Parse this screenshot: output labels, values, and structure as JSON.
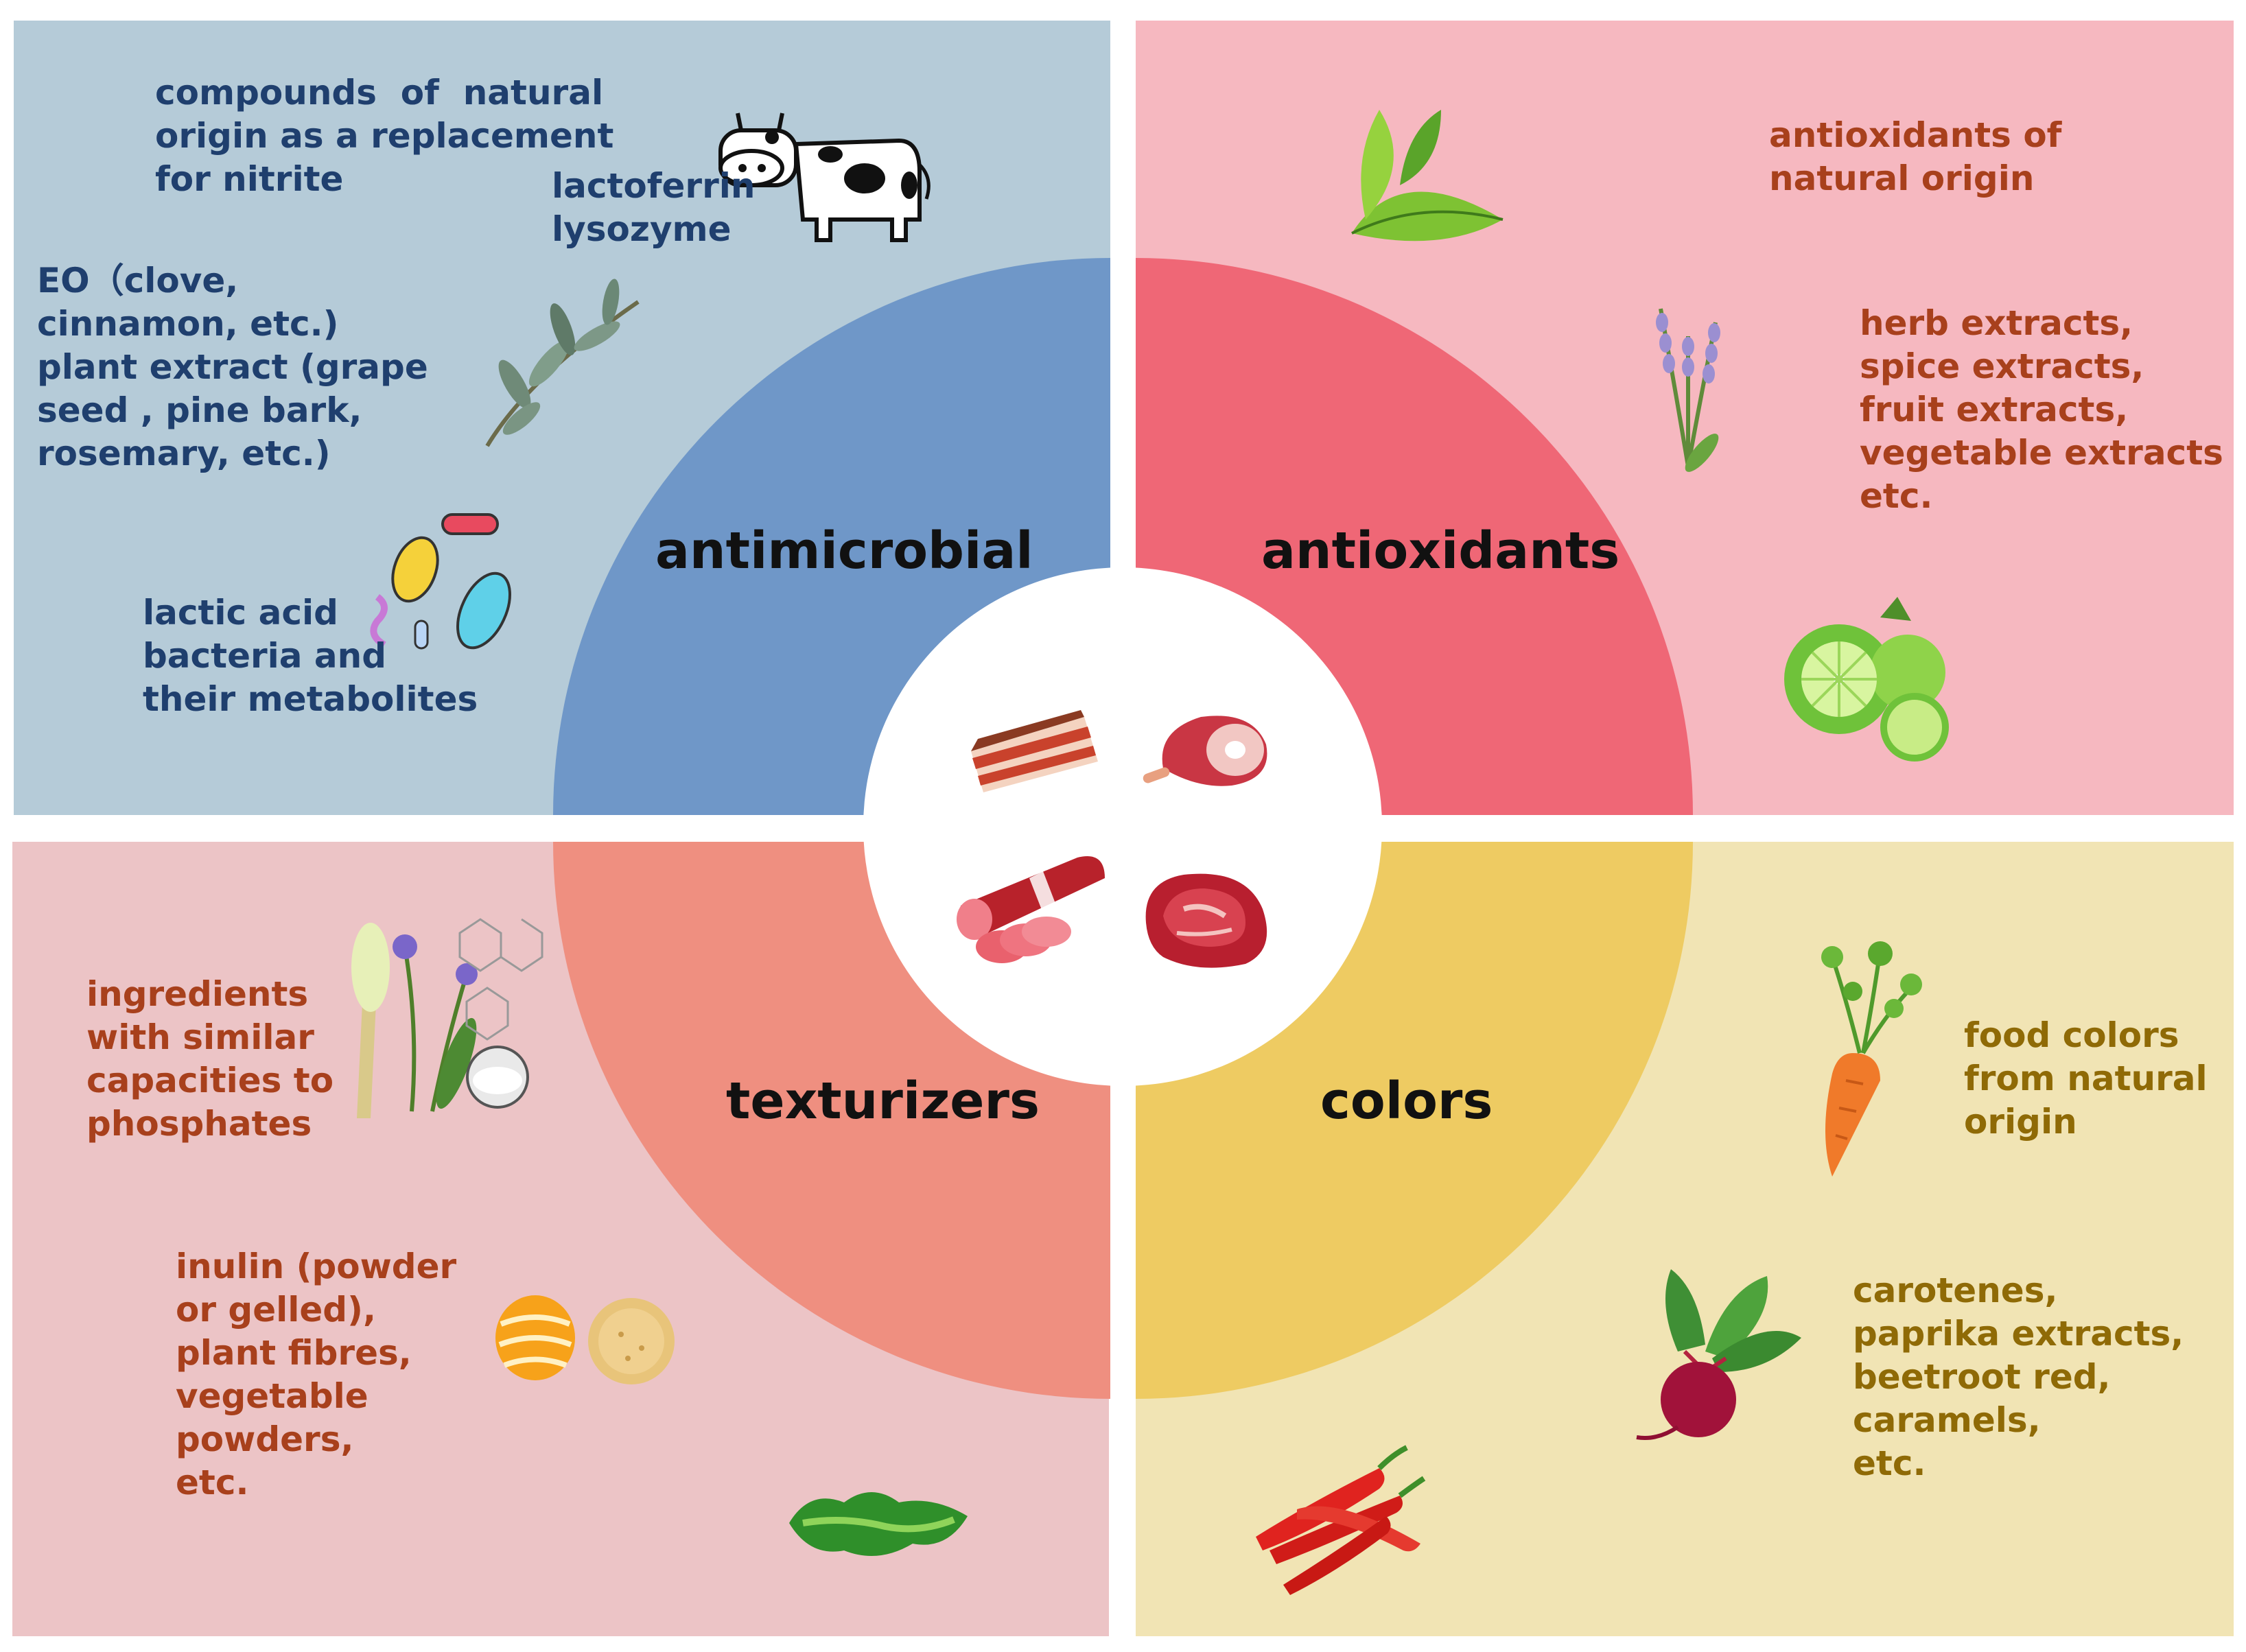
{
  "quadrants": {
    "top_left": {
      "title": "antimicrobial",
      "color": "#6f97c8",
      "background": "#b5cbd8",
      "notes": [
        "compounds  of  natural\norigin as a replacement\nfor nitrite",
        "lactoferrin\nlysozyme",
        "EO（clove,\ncinnamon, etc.)\nplant extract (grape\nseed , pine bark,\nrosemary, etc.)",
        "lactic acid\nbacteria and\ntheir metabolites"
      ],
      "icons": [
        "cow-icon",
        "olive-branch-icon",
        "bacteria-icon"
      ]
    },
    "top_right": {
      "title": "antioxidants",
      "color": "#ef6776",
      "background": "#f6b8c0",
      "notes": [
        "antioxidants of\nnatural origin",
        "herb extracts,\nspice extracts,\nfruit extracts,\nvegetable extracts\netc."
      ],
      "icons": [
        "tea-leaf-icon",
        "lavender-icon",
        "lime-icon"
      ]
    },
    "bottom_left": {
      "title": "texturizers",
      "color": "#ef8f80",
      "background": "#ecc4c6",
      "notes": [
        "ingredients\nwith similar\ncapacities to\nphosphates",
        "inulin (powder\nor gelled),\nplant fibres,\nvegetable\npowders,\netc."
      ],
      "icons": [
        "chicory-plant-icon",
        "orange-peel-icon",
        "powder-icon",
        "seaweed-icon"
      ]
    },
    "bottom_right": {
      "title": "colors",
      "color": "#eecb62",
      "background": "#f1e4b4",
      "notes": [
        "food colors\nfrom natural\norigin",
        "carotenes,\npaprika extracts,\nbeetroot red,\ncaramels,\netc."
      ],
      "icons": [
        "carrot-icon",
        "beetroot-icon",
        "chili-pepper-icon"
      ]
    }
  },
  "center": {
    "icons": [
      "bacon-icon",
      "ham-icon",
      "salami-icon",
      "steak-icon"
    ]
  }
}
